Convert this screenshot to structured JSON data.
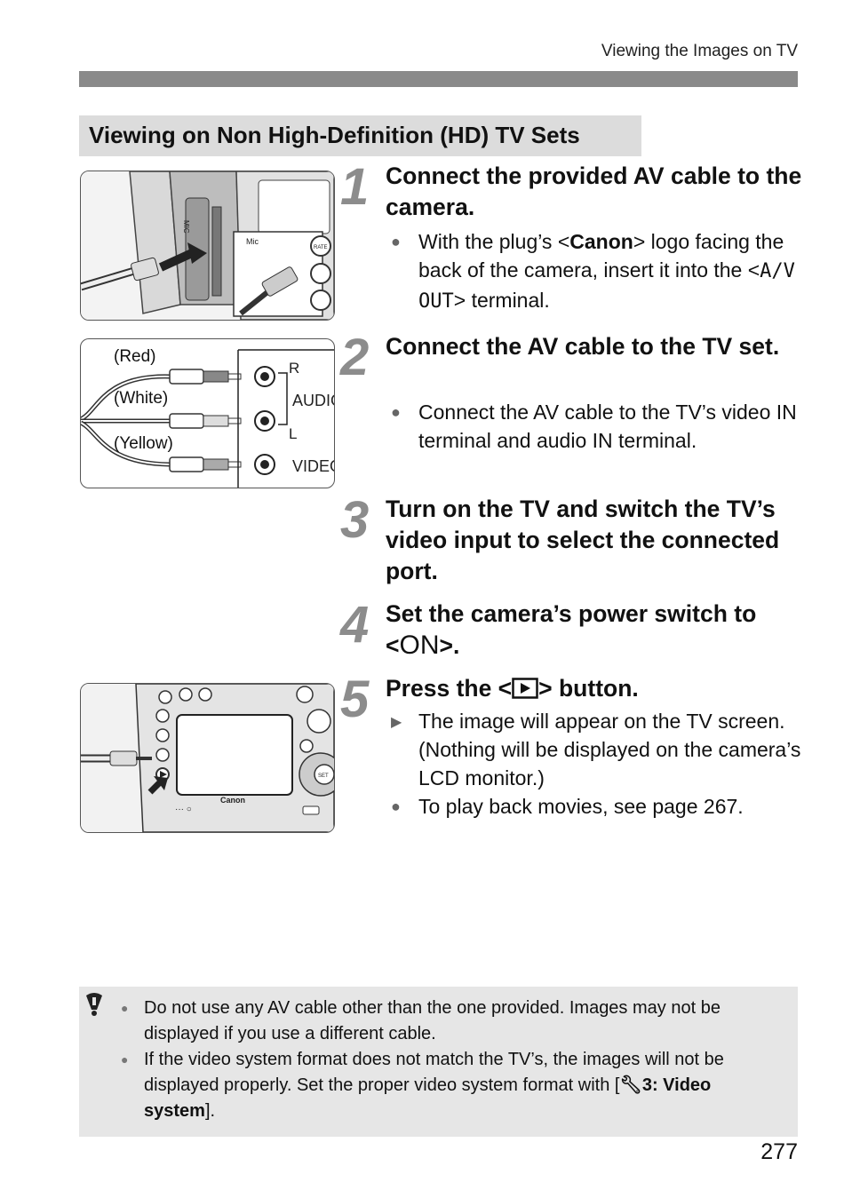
{
  "header": {
    "title": "Viewing the Images on TV"
  },
  "section": {
    "title": "Viewing on Non High-Definition (HD) TV Sets"
  },
  "figure2": {
    "red": "(Red)",
    "white": "(White)",
    "yellow": "(Yellow)",
    "r": "R",
    "audio": "AUDIO",
    "l": "L",
    "video": "VIDEO"
  },
  "figure1": {
    "mic": "MIC",
    "mic2": "Mic",
    "rate": "RATE"
  },
  "figure3": {
    "brand": "Canon",
    "set": "SET"
  },
  "steps": [
    {
      "num": "1",
      "title": "Connect the provided AV cable to the camera.",
      "bullet_pre": "With the plug’s <",
      "bullet_bold": "Canon",
      "bullet_mid": "> logo facing the back of the camera, insert it into the <",
      "bullet_code": "A/V OUT",
      "bullet_post": "> terminal."
    },
    {
      "num": "2",
      "title": "Connect the AV cable to the TV set.",
      "bullet": "Connect the AV cable to the TV’s video IN terminal and audio IN terminal."
    },
    {
      "num": "3",
      "title": "Turn on the TV and switch the TV’s video input to select the connected port."
    },
    {
      "num": "4",
      "title_pre": "Set the camera’s power switch to <",
      "title_on": "ON",
      "title_post": ">."
    },
    {
      "num": "5",
      "title_pre": "Press the <",
      "title_post": "> button.",
      "bullet1": "The image will appear on the TV screen. (Nothing will be displayed on the camera’s LCD monitor.)",
      "bullet2": "To play back movies, see page 267."
    }
  ],
  "notes": {
    "item1": "Do not use any AV cable other than the one provided. Images may not be displayed if you use a different cable.",
    "item2_pre": "If the video system format does not match the TV’s, the images will not be displayed properly. Set the proper video system format with [",
    "item2_bold": "3: Video system",
    "item2_post": "]."
  },
  "page": {
    "number": "277"
  },
  "icons": {
    "warning": "warning-icon",
    "playback": "playback-button-icon",
    "setup": "setup-tool-icon"
  }
}
